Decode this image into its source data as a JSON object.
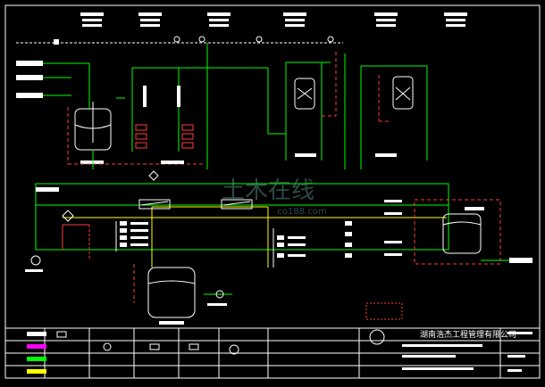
{
  "title_block": {
    "company": "湖南浩杰工程管理有限公司"
  },
  "watermark": {
    "text": "土木在线",
    "subtext": "co188.com"
  },
  "colors": {
    "background": "#000000",
    "drawing_frame": "#ffffff",
    "process_line": "#00ff00",
    "cip_line": "#ffff00",
    "return_line": "#ff3b3b",
    "steam_line": "#ff3b3b",
    "dashed_link": "#ff4040",
    "instrument": "#ffffff"
  },
  "icons": [
    "pipe-line",
    "vessel-icon",
    "pump-icon",
    "valve-icon",
    "heat-exchanger-icon",
    "filter-icon",
    "title-block-logo"
  ]
}
